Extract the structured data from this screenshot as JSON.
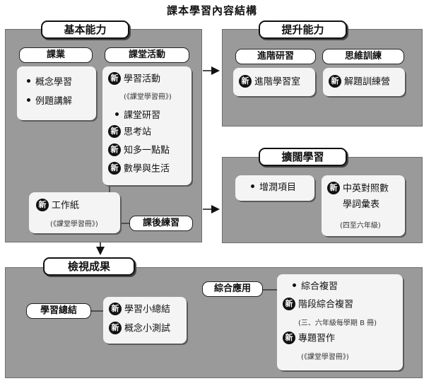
{
  "title": "課本學習內容結構",
  "new_badge": "新",
  "basic": {
    "tab": "基本能力",
    "lesson": {
      "pill": "課業",
      "items": [
        "概念學習",
        "例題講解"
      ]
    },
    "classroom": {
      "pill": "課堂活動",
      "item1": "學習活動",
      "item1_note": "(《課堂學習冊》)",
      "item2": "課堂研習",
      "item3": "思考站",
      "item4": "知多一點點",
      "item5": "數學與生活"
    },
    "worksheet": {
      "label": "工作紙",
      "note": "(《課堂學習冊》)"
    },
    "homework": {
      "pill": "課後練習"
    }
  },
  "advance": {
    "tab": "提升能力",
    "advanced": {
      "pill": "進階研習",
      "item": "進階學習室"
    },
    "thinking": {
      "pill": "思維訓練",
      "item": "解題訓練營"
    }
  },
  "expand": {
    "tab": "擴闊學習",
    "item1": "增潤項目",
    "item2_line1": "中英對照數",
    "item2_line2": "學詞彙表",
    "item2_note": "(四至六年級)"
  },
  "review": {
    "tab": "檢視成果",
    "summary": {
      "pill": "學習總結",
      "item1": "學習小總結",
      "item2": "概念小測試"
    },
    "apply": {
      "pill": "綜合應用",
      "item1": "綜合複習",
      "item2": "階段綜合複習",
      "item2_note": "(三、六年級每學期 B 冊)",
      "item3": "專題習作",
      "item3_note": "(《課堂學習冊》)"
    }
  }
}
